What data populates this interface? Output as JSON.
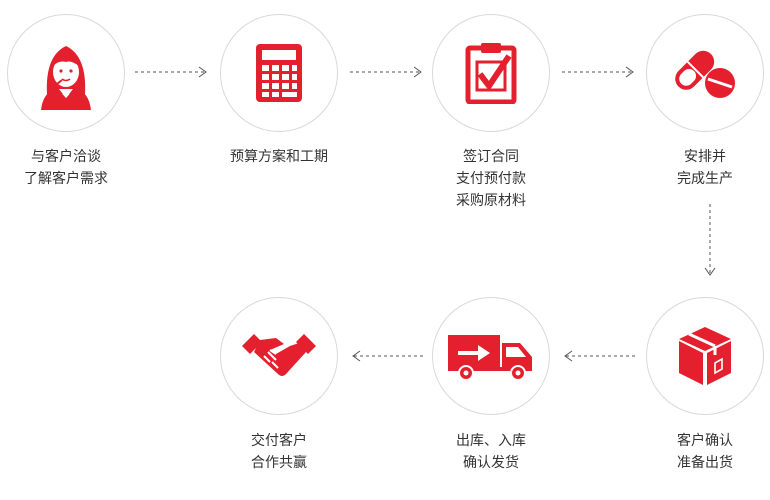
{
  "steps": [
    {
      "id": "consult",
      "icon": "customer-service-woman-icon",
      "lines": [
        "与客户洽谈",
        "了解客户需求"
      ]
    },
    {
      "id": "budget",
      "icon": "calculator-icon",
      "lines": [
        "预算方案和工期"
      ]
    },
    {
      "id": "contract",
      "icon": "clipboard-check-icon",
      "lines": [
        "签订合同",
        "支付预付款",
        "采购原材料"
      ]
    },
    {
      "id": "production",
      "icon": "pills-icon",
      "lines": [
        "安排并",
        "完成生产"
      ]
    },
    {
      "id": "confirm",
      "icon": "package-box-icon",
      "lines": [
        "客户确认",
        "准备出货"
      ]
    },
    {
      "id": "shipping",
      "icon": "delivery-truck-icon",
      "lines": [
        "出库、入库",
        "确认发货"
      ]
    },
    {
      "id": "deliver",
      "icon": "handshake-icon",
      "lines": [
        "交付客户",
        "合作共赢"
      ]
    }
  ],
  "colors": {
    "accent": "#e5202e",
    "circle_border": "#d9d9d9",
    "text": "#333333",
    "arrow": "#555555"
  }
}
